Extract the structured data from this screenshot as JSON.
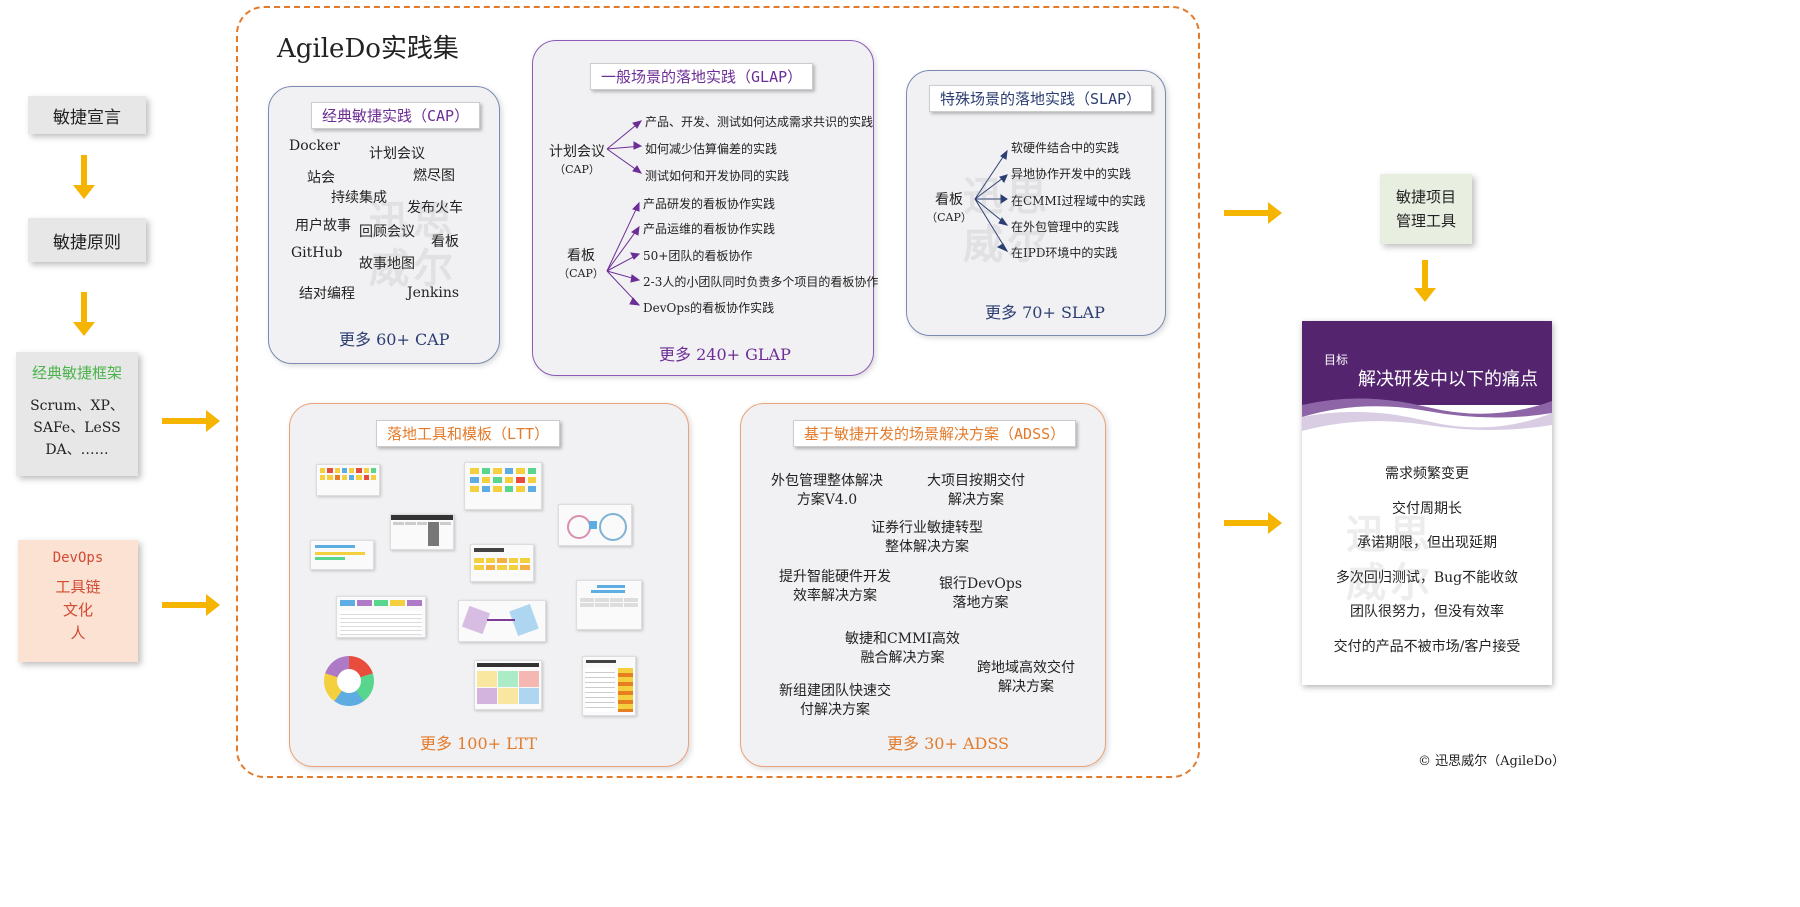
{
  "left": {
    "manifesto": "敏捷宣言",
    "principles": "敏捷原则",
    "frameworks": {
      "title": "经典敏捷框架",
      "lines": [
        "Scrum、XP、",
        "SAFe、LeSS",
        "DA、……"
      ]
    },
    "devops": {
      "title": "DevOps",
      "lines": [
        "工具链",
        "文化",
        "人"
      ]
    }
  },
  "main": {
    "title": "AgileDo实践集",
    "cap": {
      "tag": "经典敏捷实践（CAP）",
      "words": [
        "Docker",
        "计划会议",
        "站会",
        "燃尽图",
        "持续集成",
        "发布火车",
        "用户故事",
        "回顾会议",
        "看板",
        "GitHub",
        "故事地图",
        "结对编程",
        "Jenkins"
      ],
      "more": "更多  60+ CAP"
    },
    "glap": {
      "tag": "一般场景的落地实践（GLAP）",
      "group1": {
        "label": "计划会议",
        "sub": "（CAP）",
        "items": [
          "产品、开发、测试如何达成需求共识的实践",
          "如何减少估算偏差的实践",
          "测试如何和开发协同的实践"
        ]
      },
      "group2": {
        "label": "看板",
        "sub": "（CAP）",
        "items": [
          "产品研发的看板协作实践",
          "产品运维的看板协作实践",
          "50+团队的看板协作",
          "2-3人的小团队同时负责多个项目的看板协作",
          "DevOps的看板协作实践"
        ]
      },
      "more": "更多  240+ GLAP"
    },
    "slap": {
      "tag": "特殊场景的落地实践（SLAP）",
      "group": {
        "label": "看板",
        "sub": "（CAP）",
        "items": [
          "软硬件结合中的实践",
          "异地协作开发中的实践",
          "在CMMI过程域中的实践",
          "在外包管理中的实践",
          "在IPD环境中的实践"
        ]
      },
      "more": "更多  70+ SLAP"
    },
    "ltt": {
      "tag": "落地工具和模板（LTT）",
      "more": "更多  100+ LTT"
    },
    "adss": {
      "tag": "基于敏捷开发的场景解决方案（ADSS）",
      "items": [
        [
          "外包管理整体解决",
          "方案V4.0"
        ],
        [
          "大项目按期交付",
          "解决方案"
        ],
        [
          "证券行业敏捷转型",
          "整体解决方案"
        ],
        [
          "提升智能硬件开发",
          "效率解决方案"
        ],
        [
          "银行DevOps",
          "落地方案"
        ],
        [
          "敏捷和CMMI高效",
          "融合解决方案"
        ],
        [
          "跨地域高效交付",
          "解决方案"
        ],
        [
          "新组建团队快速交",
          "付解决方案"
        ]
      ],
      "more": "更多  30+ ADSS"
    }
  },
  "right": {
    "tool": [
      "敏捷项目",
      "管理工具"
    ],
    "goal": {
      "label": "目标",
      "headline": "解决研发中以下的痛点",
      "items": [
        "需求频繁变更",
        "交付周期长",
        "承诺期限，但出现延期",
        "多次回归测试，Bug不能收敛",
        "团队很努力，但没有效率",
        "交付的产品不被市场/客户接受"
      ]
    },
    "copyright": "© 迅思威尔（AgileDo）"
  },
  "watermark": [
    "迅思",
    "威尔"
  ],
  "colors": {
    "arrow": "#f5b400",
    "orange": "#e37b2b",
    "purple": "#6c2e96",
    "navy": "#2c3e72",
    "green": "#4bb34b",
    "red": "#d24a33"
  }
}
